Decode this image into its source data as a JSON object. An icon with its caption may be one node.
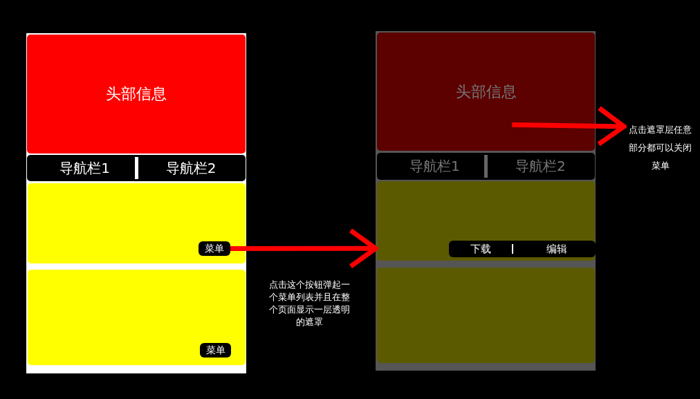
{
  "diagram": {
    "nodes": [
      {
        "text": [],
        "shape": "box"
      },
      {
        "text": [
          "头部信息"
        ],
        "in": 0
      },
      {
        "text": [
          "导航栏1",
          "导航栏2"
        ],
        "in": 0
      },
      {
        "text": [],
        "shape": "box",
        "in": 0
      },
      {
        "text": [
          "菜单"
        ],
        "in": 3
      },
      {
        "text": [],
        "shape": "box",
        "in": 0
      },
      {
        "text": [
          "菜单"
        ],
        "in": 5
      },
      {
        "text": [],
        "shape": "box"
      },
      {
        "text": [
          "头部信息"
        ],
        "in": 7
      },
      {
        "text": [
          "导航栏1",
          "导航栏2"
        ],
        "in": 7
      },
      {
        "text": [],
        "shape": "box",
        "in": 7
      },
      {
        "text": [
          "下载",
          "编辑"
        ],
        "in": 10
      },
      {
        "text": [],
        "shape": "box",
        "in": 7
      },
      {
        "text": [
          "点击遮罩层任意部分都可以关闭菜单"
        ]
      }
    ],
    "edges": [
      {
        "from": 4,
        "to": 7,
        "arrow": "to"
      },
      {
        "from": 8,
        "to": 13,
        "arrow": "to"
      }
    ],
    "labels": [
      "点击这个按钮弹起一个菜单列表并且在整个页面显示一层透明的遮罩"
    ]
  }
}
